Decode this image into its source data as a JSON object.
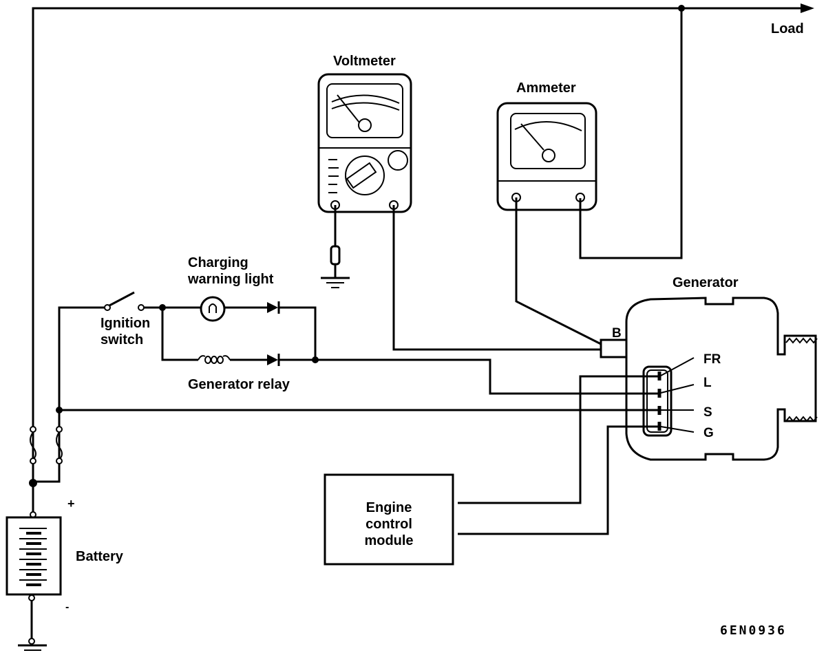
{
  "diagram": {
    "type": "wiring-diagram",
    "figure_code": "6EN0936",
    "labels": {
      "load": "Load",
      "voltmeter": "Voltmeter",
      "ammeter": "Ammeter",
      "charging_light_line1": "Charging",
      "charging_light_line2": "warning light",
      "ignition_line1": "Ignition",
      "ignition_line2": "switch",
      "generator_relay": "Generator relay",
      "generator": "Generator",
      "battery": "Battery",
      "battery_plus": "+",
      "battery_minus": "-",
      "ecm_line1": "Engine",
      "ecm_line2": "control",
      "ecm_line3": "module"
    },
    "generator_terminals": {
      "b": "B",
      "fr": "FR",
      "l": "L",
      "s": "S",
      "g": "G"
    }
  }
}
